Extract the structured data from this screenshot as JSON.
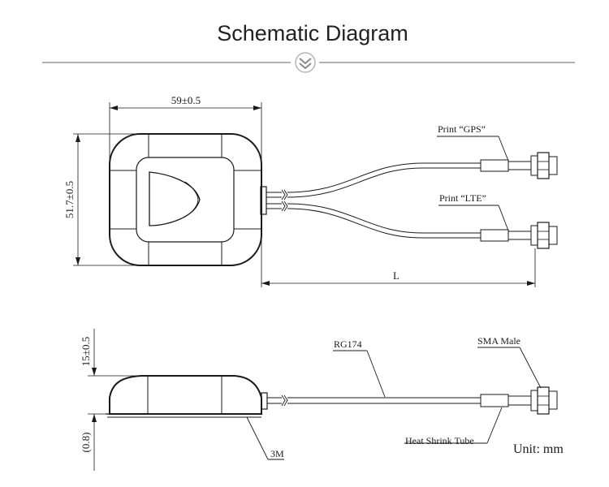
{
  "header": {
    "title": "Schematic Diagram",
    "divider_icon": "chevron-down-icon",
    "divider_color": "#9a9a9a"
  },
  "top_view": {
    "width_dim": "59±0.5",
    "height_dim": "51.7±0.5",
    "length_dim": "L",
    "label_gps": "Print “GPS”",
    "label_lte": "Print “LTE”"
  },
  "side_view": {
    "height_dim": "15±0.5",
    "base_dim": "(0.8)",
    "cable_label": "RG174",
    "connector_label": "SMA Male",
    "tube_label": "Heat Shrink Tube",
    "adhesive_label": "3M"
  },
  "units": "Unit: mm"
}
